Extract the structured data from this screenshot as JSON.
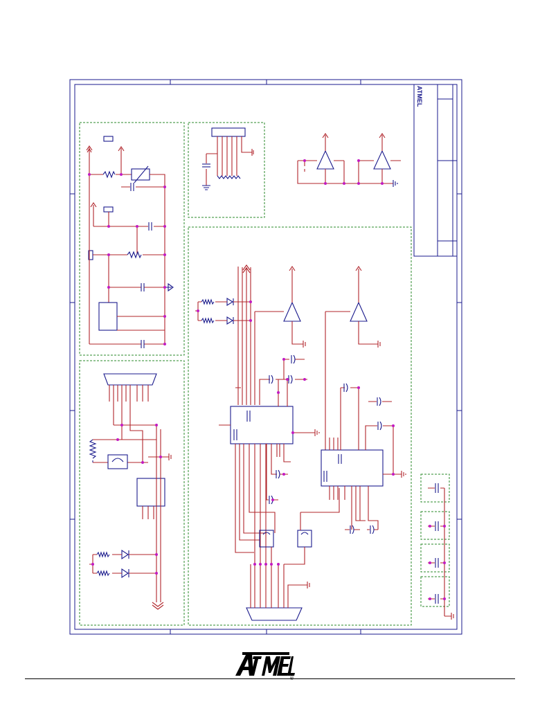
{
  "brand": {
    "logo_text": "ATMEL",
    "registered_mark": "®",
    "logo_color": "#000000"
  },
  "colors": {
    "wire": "#b0242a",
    "component": "#1a1a8c",
    "junction": "#c21ac2",
    "group_border": "#2a8a2a"
  },
  "diagram": {
    "type": "electronic schematic",
    "groups": [
      "power-supply",
      "header-connector",
      "op-amp-pair",
      "main-circuit",
      "rs232-connector",
      "led-indicators",
      "decoupling-capacitors"
    ]
  }
}
